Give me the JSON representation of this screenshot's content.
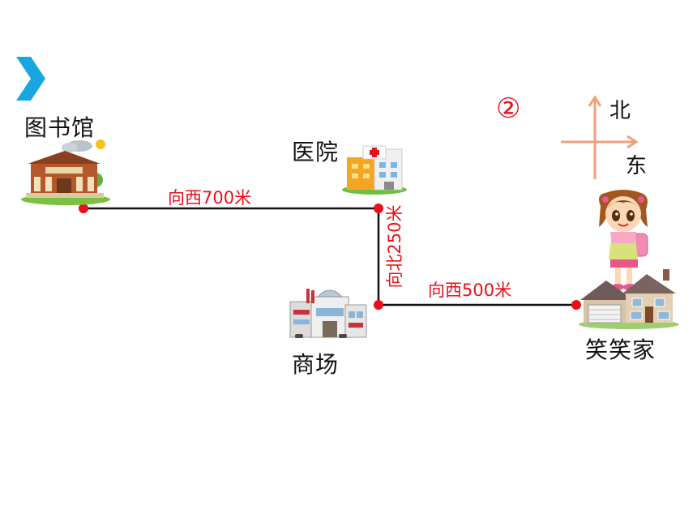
{
  "question_number": "②",
  "compass": {
    "north": "北",
    "east": "东"
  },
  "places": {
    "library": "图书馆",
    "hospital": "医院",
    "mall": "商场",
    "home": "笑笑家"
  },
  "routes": {
    "library_hospital": "向西700米",
    "hospital_mall": "向北250米",
    "mall_home": "向西500米"
  },
  "colors": {
    "route_line": "#111111",
    "point": "#e8101a",
    "label": "#e8101a",
    "compass": "#f2a07a",
    "chevron": "#19a6de"
  }
}
